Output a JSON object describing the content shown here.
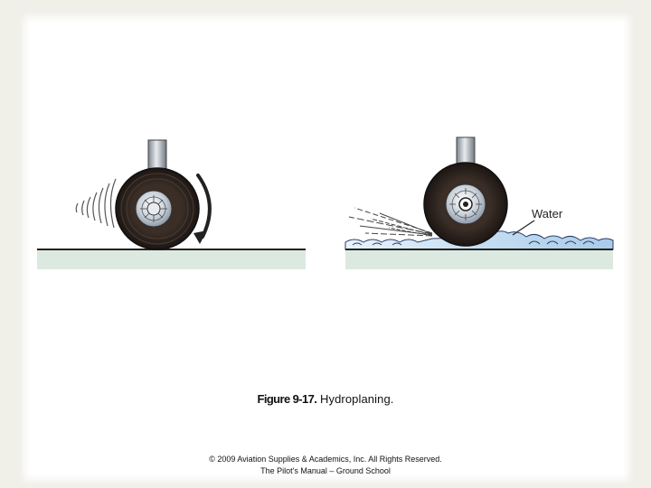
{
  "figure": {
    "caption_label": "Figure 9-17.",
    "caption_text": " Hydroplaning.",
    "water_label": "Water"
  },
  "footer": {
    "line1": "© 2009 Aviation Supplies & Academics, Inc. All Rights Reserved.",
    "line2": "The Pilot's Manual – Ground School"
  },
  "colors": {
    "background": "#f0efe8",
    "runway": "#dce9e0",
    "tire": "#2b211c",
    "hub": "#b8c3d0",
    "water": "#cfe3f2"
  }
}
